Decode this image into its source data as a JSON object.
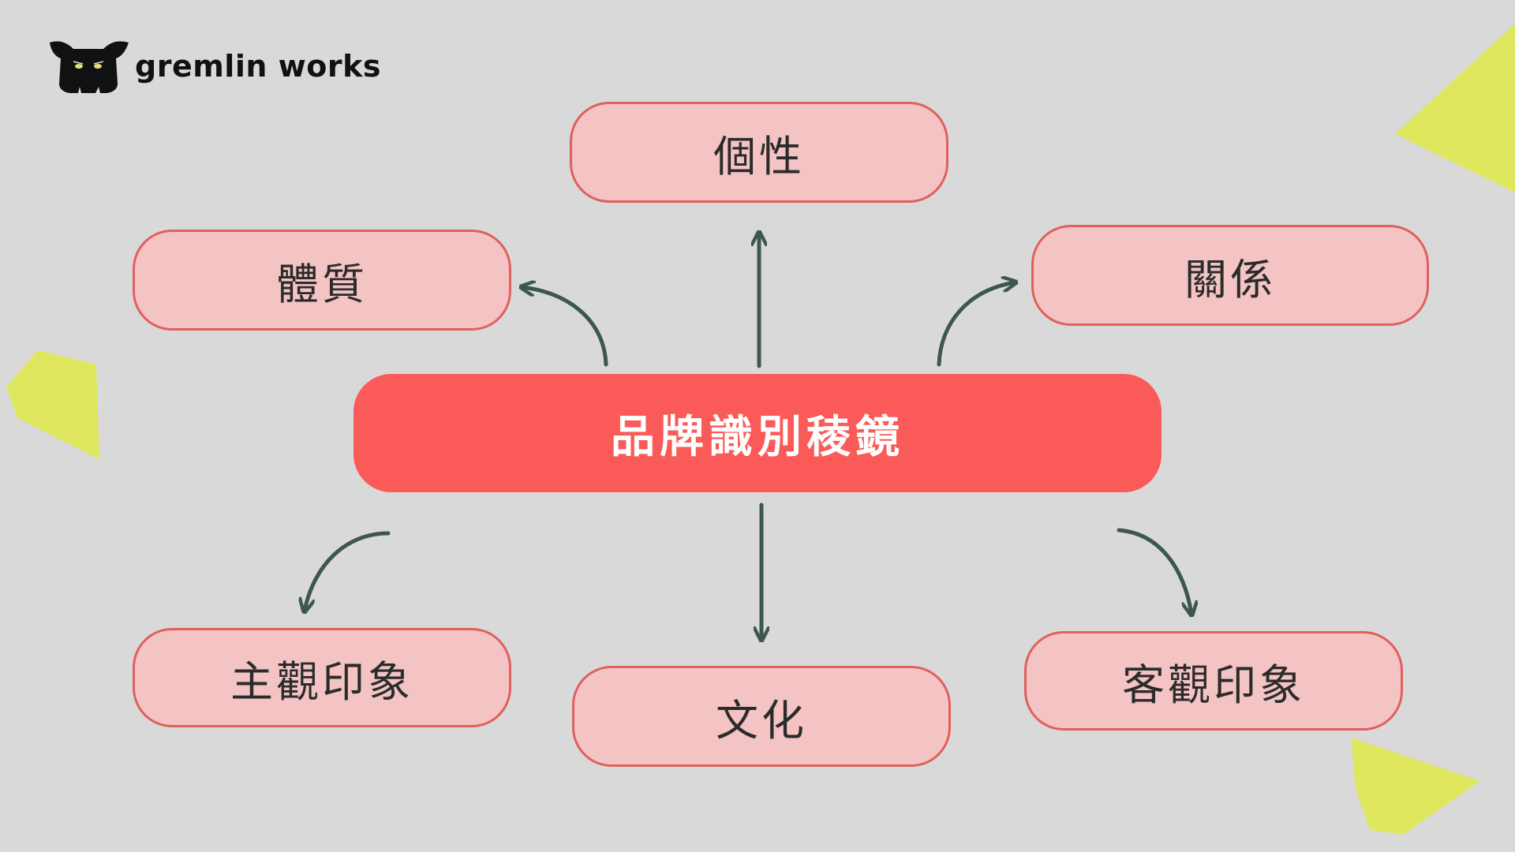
{
  "brand": {
    "name": "gremlin works"
  },
  "diagram": {
    "center": "品牌識別稜鏡",
    "nodes": {
      "top": "個性",
      "upper_left": "體質",
      "upper_right": "關係",
      "lower_left": "主觀印象",
      "bottom": "文化",
      "lower_right": "客觀印象"
    }
  },
  "colors": {
    "background": "#d9d9d9",
    "center_fill": "#fa5a58",
    "node_fill": "#f4c4c4",
    "node_border": "#e0605b",
    "arrow": "#3d5652",
    "accent_shape": "#dfe75f"
  }
}
